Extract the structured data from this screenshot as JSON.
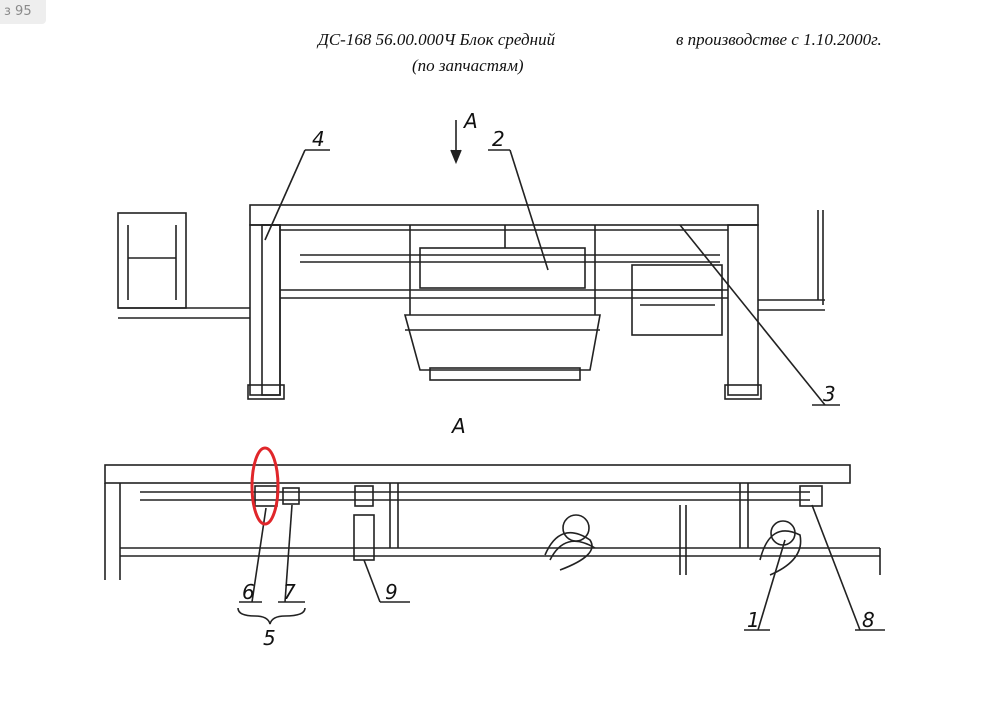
{
  "page_indicator": "з 95",
  "header": {
    "title": "ДС-168 56.00.000Ч Блок средний",
    "subtitle": "(по запчастям)",
    "production_note": "в производстве с 1.10.2000г."
  },
  "view_marker": "А",
  "view_title": "А",
  "callouts": {
    "top_view": [
      "4",
      "2",
      "3"
    ],
    "bottom_view": [
      "6",
      "7",
      "5",
      "9",
      "1",
      "8"
    ]
  },
  "highlight_color": "#e0262a",
  "line_color": "#222222"
}
